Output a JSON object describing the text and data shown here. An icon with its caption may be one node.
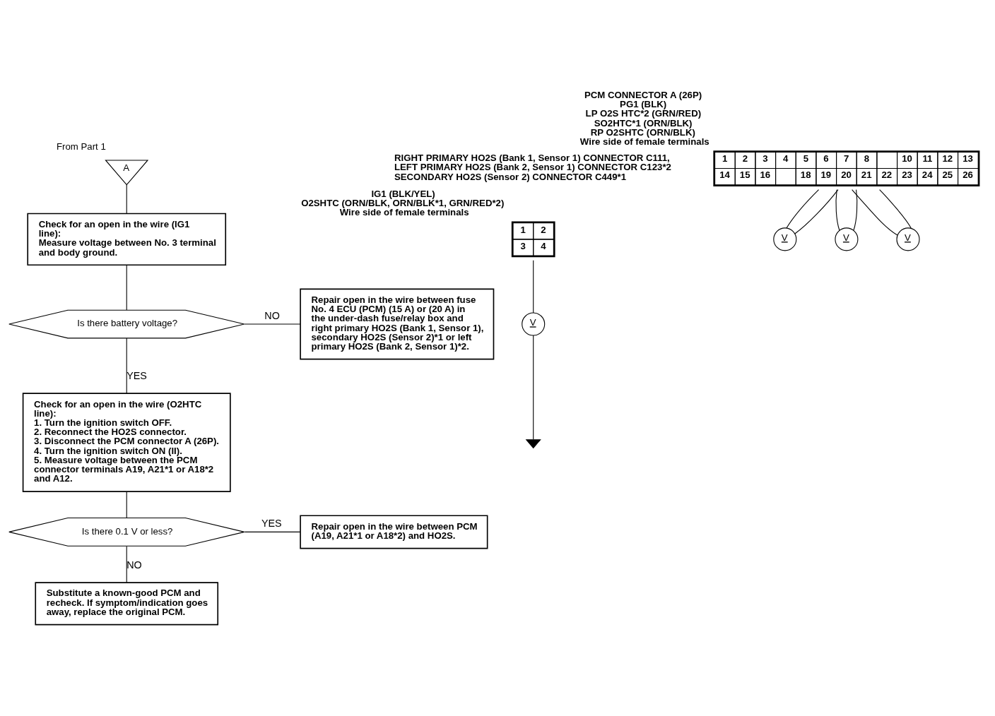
{
  "diagram": {
    "nodes": [
      {
        "text": [
          "A"
        ],
        "beside": [
          "From Part 1"
        ]
      },
      {
        "text": [
          "Check for an open in the wire (IG1 line):",
          "Measure voltage between No. 3 terminal and body ground."
        ]
      },
      {
        "text": [
          "Is there battery voltage?"
        ]
      },
      {
        "text": [
          "Repair open in the wire between fuse No. 4 ECU (PCM) (15 A) or (20 A) in the under-dash fuse/relay box and right primary HO2S (Bank 1, Sensor 1), secondary HO2S (Sensor 2)*1 or left primary HO2S (Bank 2, Sensor 1)*2."
        ]
      },
      {
        "text": [
          "Check for an open in the wire (O2HTC line):",
          "1. Turn the ignition switch OFF.",
          "2. Reconnect the HO2S connector.",
          "3. Disconnect the PCM connector A (26P).",
          "4. Turn the ignition switch ON (II).",
          "5. Measure voltage between the PCM connector terminals A19, A21*1 or A18*2 and A12."
        ]
      },
      {
        "text": [
          "Is there 0.1 V or less?"
        ]
      },
      {
        "text": [
          "Repair open in the wire between PCM (A19, A21*1 or A18*2) and HO2S."
        ]
      },
      {
        "text": [
          "Substitute a known-good PCM and recheck. If symptom/indication goes away, replace the original PCM."
        ]
      },
      {
        "text": [
          "1",
          "2",
          "3",
          "4"
        ],
        "beside": [
          "IG1 (BLK/YEL)",
          "O2SHTC (ORN/BLK, ORN/BLK*1, GRN/RED*2)",
          "Wire side of female terminals"
        ]
      },
      {
        "text": [
          "V"
        ]
      },
      {
        "text": [],
        "shape": "ground"
      },
      {
        "text": [
          "1",
          "2",
          "3",
          "4",
          "5",
          "6",
          "7",
          "8",
          "10",
          "11",
          "12",
          "13",
          "14",
          "15",
          "16",
          "18",
          "19",
          "20",
          "21",
          "22",
          "23",
          "24",
          "25",
          "26"
        ],
        "beside": [
          "PCM CONNECTOR A (26P)",
          "PG1 (BLK)",
          "LP O2S HTC*2 (GRN/RED)",
          "SO2HTC*1 (ORN/BLK)",
          "RP O2SHTC (ORN/BLK)",
          "Wire side of female terminals"
        ]
      },
      {
        "text": [
          "V"
        ]
      },
      {
        "text": [
          "V"
        ]
      },
      {
        "text": [
          "V"
        ]
      }
    ],
    "edges": [
      {
        "from": 0,
        "to": 1,
        "arrow": "none"
      },
      {
        "from": 1,
        "to": 2,
        "arrow": "none"
      },
      {
        "from": 2,
        "to": 3,
        "arrow": "none",
        "label": "NO"
      },
      {
        "from": 2,
        "to": 4,
        "arrow": "none",
        "label": "YES"
      },
      {
        "from": 4,
        "to": 5,
        "arrow": "none"
      },
      {
        "from": 5,
        "to": 6,
        "arrow": "none",
        "label": "YES"
      },
      {
        "from": 5,
        "to": 7,
        "arrow": "none",
        "label": "NO"
      },
      {
        "from": 8,
        "to": 9,
        "arrow": "none"
      },
      {
        "from": 9,
        "to": 10,
        "arrow": "none"
      },
      {
        "from": 11,
        "to": 12,
        "arrow": "none"
      },
      {
        "from": 12,
        "to": 11,
        "arrow": "none"
      },
      {
        "from": 11,
        "to": 13,
        "arrow": "none"
      },
      {
        "from": 13,
        "to": 11,
        "arrow": "none"
      },
      {
        "from": 11,
        "to": 14,
        "arrow": "none"
      },
      {
        "from": 14,
        "to": 11,
        "arrow": "none"
      }
    ],
    "labels": [
      "RIGHT PRIMARY HO2S (Bank 1, Sensor 1) CONNECTOR C111,",
      "LEFT PRIMARY HO2S (Bank 2, Sensor 1) CONNECTOR C123*2",
      "SECONDARY HO2S (Sensor 2) CONNECTOR C449*1"
    ]
  }
}
